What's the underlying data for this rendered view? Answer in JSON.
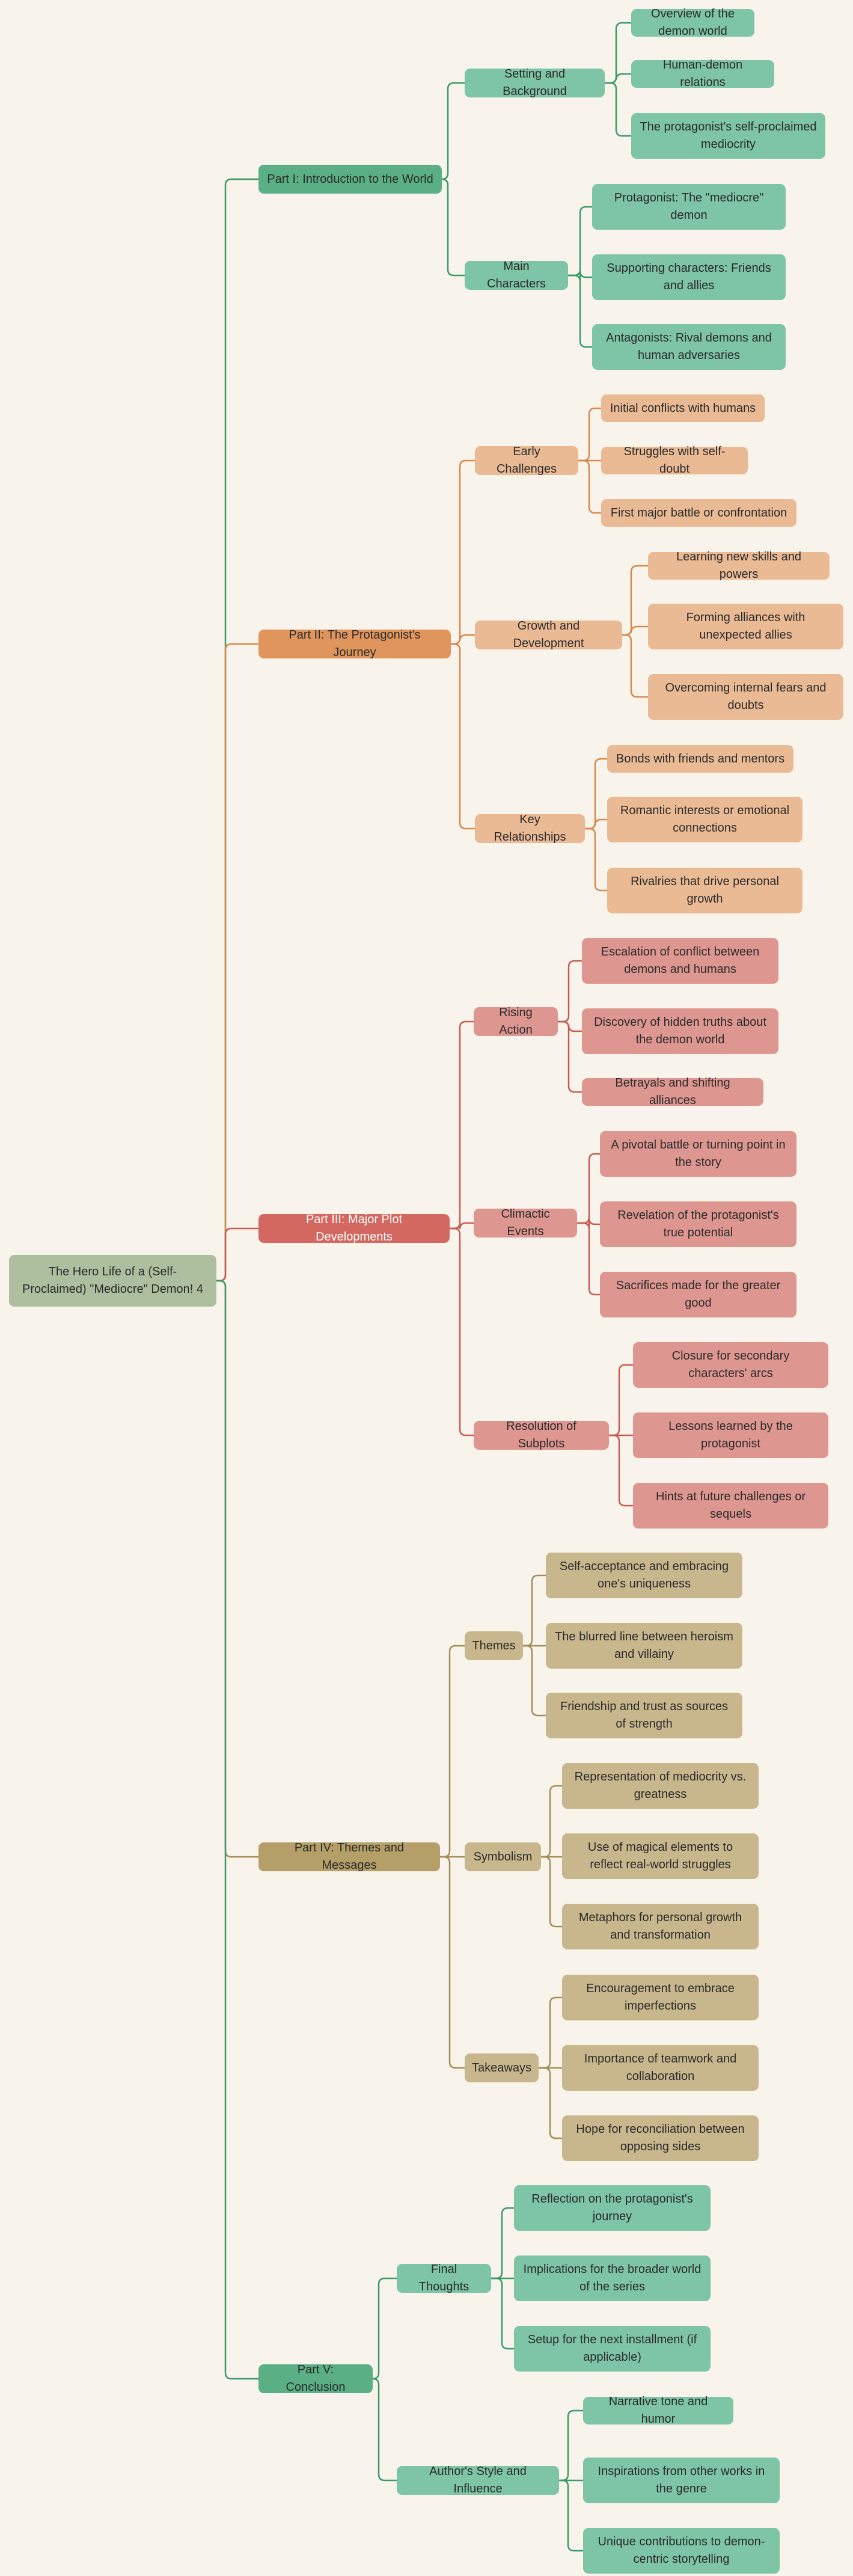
{
  "title": "The Hero Life of a (Self-Proclaimed) \"Mediocre\" Demon! 4",
  "colors": {
    "background": "#f8f4ec",
    "root_fill": "#aebfa0",
    "green_dark": "#5aaf84",
    "green_light": "#7ec4a6",
    "green_line": "#3a9a66",
    "orange_dark": "#e0955c",
    "orange_light": "#eaba95",
    "orange_line": "#d9874a",
    "red_dark": "#d2685f",
    "red_light": "#de9690",
    "red_line": "#c85a52",
    "olive_dark": "#b59f68",
    "olive_light": "#c8b78d",
    "olive_line": "#a48d55"
  },
  "parts": [
    {
      "label": "Part I: Introduction to the World",
      "theme": "green",
      "children": [
        {
          "label": "Setting and Background",
          "children": [
            "Overview of the demon world",
            "Human-demon relations",
            "The protagonist's self-proclaimed mediocrity"
          ]
        },
        {
          "label": "Main Characters",
          "children": [
            "Protagonist: The \"mediocre\" demon",
            "Supporting characters: Friends and allies",
            "Antagonists: Rival demons and human adversaries"
          ]
        }
      ]
    },
    {
      "label": "Part II: The Protagonist's Journey",
      "theme": "orange",
      "children": [
        {
          "label": "Early Challenges",
          "children": [
            "Initial conflicts with humans",
            "Struggles with self-doubt",
            "First major battle or confrontation"
          ]
        },
        {
          "label": "Growth and Development",
          "children": [
            "Learning new skills and powers",
            "Forming alliances with unexpected allies",
            "Overcoming internal fears and doubts"
          ]
        },
        {
          "label": "Key Relationships",
          "children": [
            "Bonds with friends and mentors",
            "Romantic interests or emotional connections",
            "Rivalries that drive personal growth"
          ]
        }
      ]
    },
    {
      "label": "Part III: Major Plot Developments",
      "theme": "red",
      "children": [
        {
          "label": "Rising Action",
          "children": [
            "Escalation of conflict between demons and humans",
            "Discovery of hidden truths about the demon world",
            "Betrayals and shifting alliances"
          ]
        },
        {
          "label": "Climactic Events",
          "children": [
            "A pivotal battle or turning point in the story",
            "Revelation of the protagonist's true potential",
            "Sacrifices made for the greater good"
          ]
        },
        {
          "label": "Resolution of Subplots",
          "children": [
            "Closure for secondary characters' arcs",
            "Lessons learned by the protagonist",
            "Hints at future challenges or sequels"
          ]
        }
      ]
    },
    {
      "label": "Part IV: Themes and Messages",
      "theme": "olive",
      "children": [
        {
          "label": "Themes",
          "children": [
            "Self-acceptance and embracing one's uniqueness",
            "The blurred line between heroism and villainy",
            "Friendship and trust as sources of strength"
          ]
        },
        {
          "label": "Symbolism",
          "children": [
            "Representation of mediocrity vs. greatness",
            "Use of magical elements to reflect real-world struggles",
            "Metaphors for personal growth and transformation"
          ]
        },
        {
          "label": "Takeaways",
          "children": [
            "Encouragement to embrace imperfections",
            "Importance of teamwork and collaboration",
            "Hope for reconciliation between opposing sides"
          ]
        }
      ]
    },
    {
      "label": "Part V: Conclusion",
      "theme": "green",
      "children": [
        {
          "label": "Final Thoughts",
          "children": [
            "Reflection on the protagonist's journey",
            "Implications for the broader world of the series",
            "Setup for the next installment (if applicable)"
          ]
        },
        {
          "label": "Author's Style and Influence",
          "children": [
            "Narrative tone and humor",
            "Inspirations from other works in the genre",
            "Unique contributions to demon-centric storytelling"
          ]
        }
      ]
    }
  ]
}
